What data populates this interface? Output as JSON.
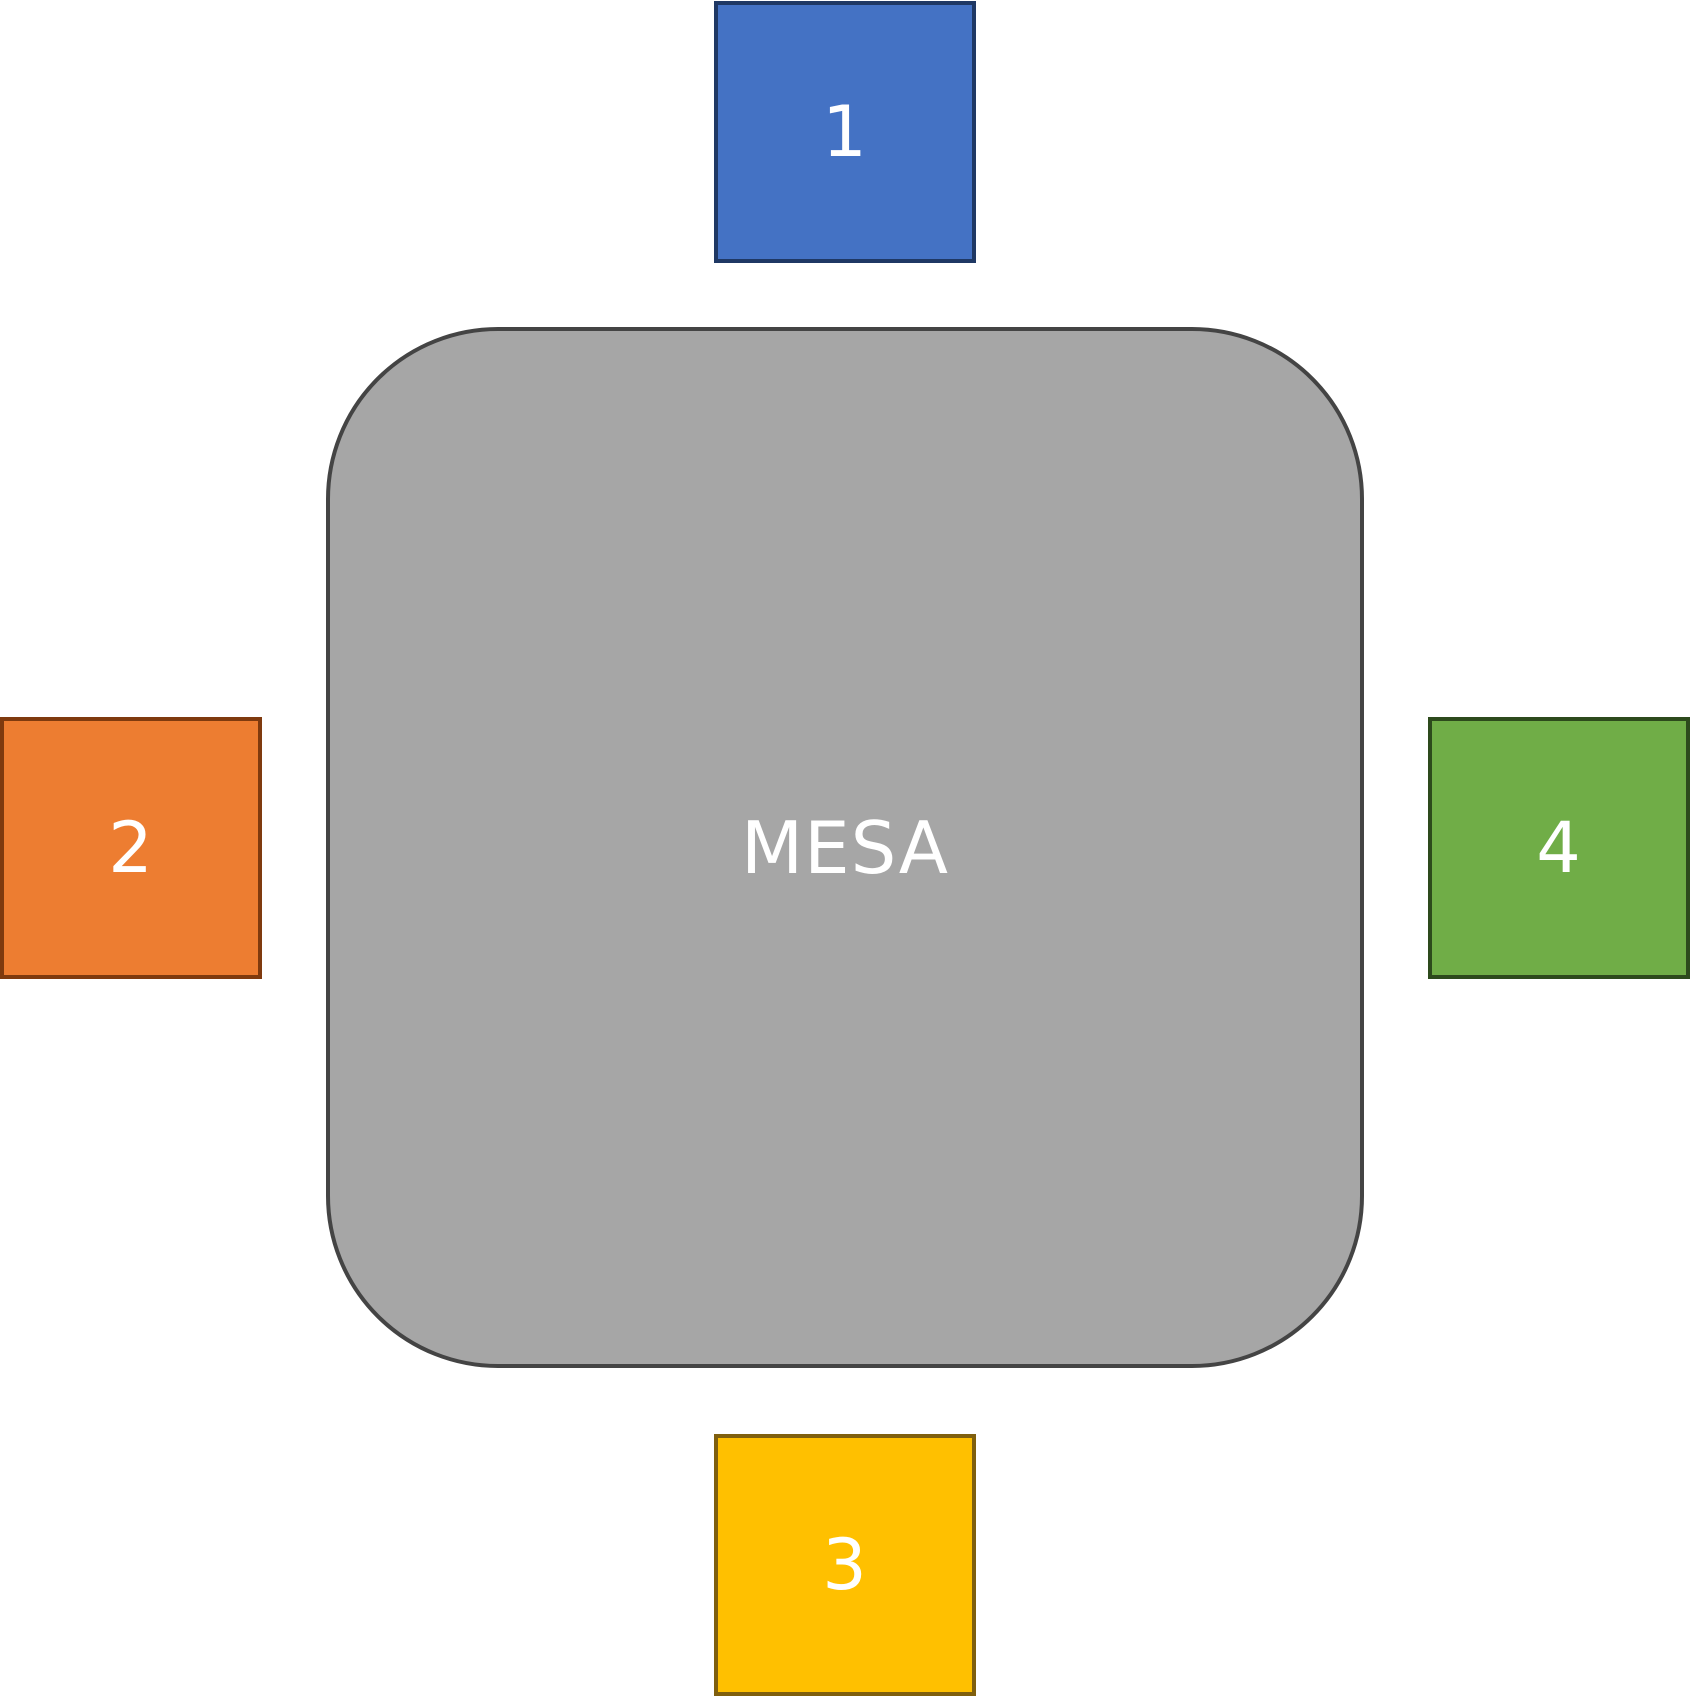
{
  "table": {
    "label": "MESA",
    "fill": "#A6A6A6",
    "stroke": "#444444"
  },
  "seats": [
    {
      "label": "1",
      "fill": "#4472C4",
      "stroke": "#1F3864"
    },
    {
      "label": "2",
      "fill": "#ED7D31",
      "stroke": "#7F3A0E"
    },
    {
      "label": "3",
      "fill": "#FFC000",
      "stroke": "#7F5F0E"
    },
    {
      "label": "4",
      "fill": "#70AD47",
      "stroke": "#2D4A1C"
    }
  ]
}
